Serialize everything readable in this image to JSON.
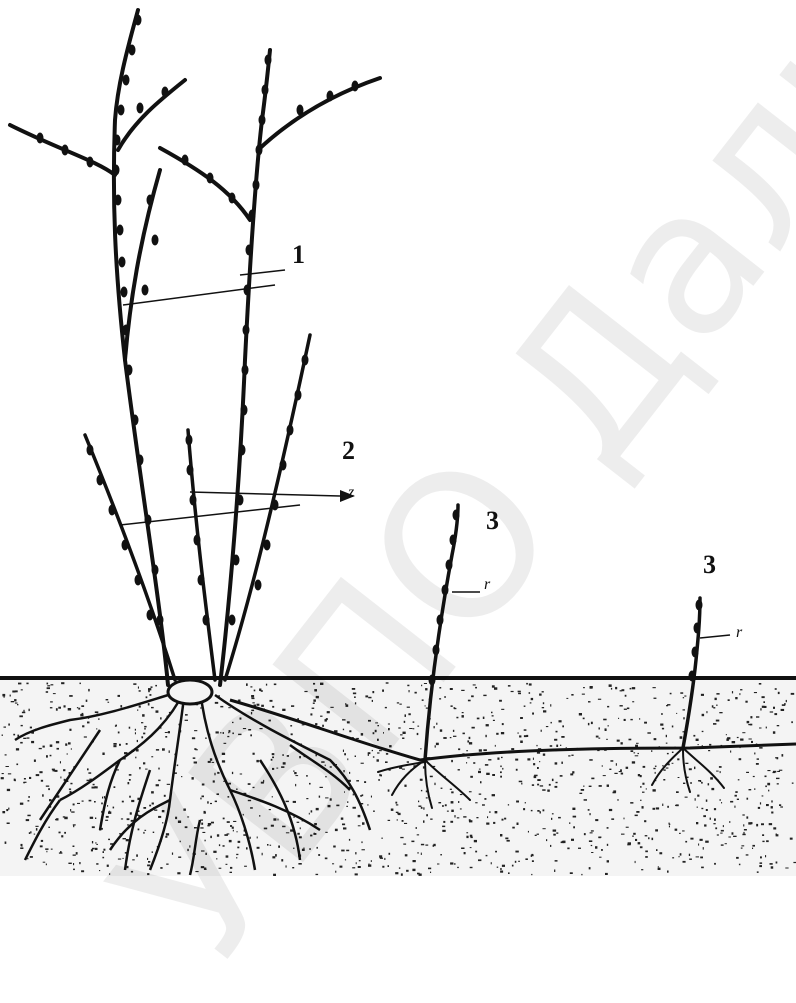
{
  "diagram": {
    "labels": {
      "main_shoots": "1",
      "basal_shoots": "2",
      "root_sucker_left": "3",
      "root_sucker_right": "3",
      "mark_2": "z",
      "mark_3a": "r",
      "mark_3b": "r"
    },
    "watermark": "УВПО Дальг",
    "colors": {
      "ink": "#111111",
      "soil_bg": "#f4f4f4",
      "paper": "#ffffff"
    }
  }
}
